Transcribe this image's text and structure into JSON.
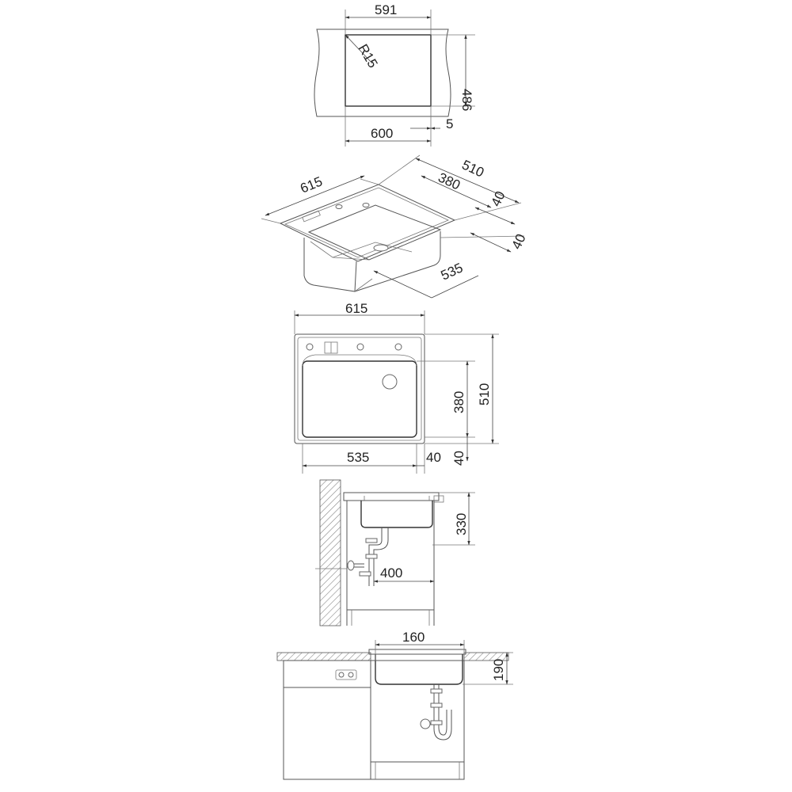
{
  "colors": {
    "line": "#555555",
    "text": "#222222",
    "background": "#ffffff"
  },
  "views": {
    "cutout": {
      "width_label": "591",
      "radius_label": "R15",
      "height_label": "486",
      "outer_width_label": "600",
      "edge_label": "5"
    },
    "isometric": {
      "width_label": "615",
      "depth_label": "510",
      "bowl_depth_label": "380",
      "rim_back_label": "40",
      "rim_front_label": "40",
      "bowl_width_label": "535"
    },
    "top": {
      "width_label": "615",
      "bowl_height_label": "380",
      "total_height_label": "510",
      "bowl_width_label": "535",
      "right_rim_label": "40",
      "bottom_rim_label": "40"
    },
    "side": {
      "depth_label": "330",
      "distance_label": "400"
    },
    "front": {
      "offset_label": "160",
      "depth_label": "190"
    }
  }
}
